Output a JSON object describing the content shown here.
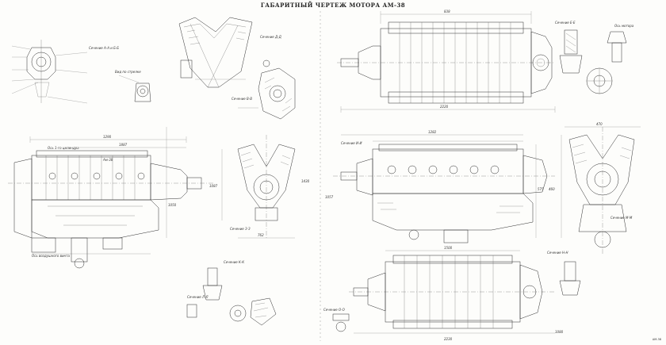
{
  "title": "ГАБАРИТНЫЙ ЧЕРТЕЖ МОТОРА АМ-38",
  "corner_label": "АМ-38",
  "labels": {
    "section_aa": "Сечение А-А и Б-Б",
    "view_b": "Вид по стрелке",
    "section_dd": "Сечение Д-Д",
    "section_vv": "Сечение В-В",
    "section_zz": "Сечение З-З",
    "section_ee": "Сечение Е-Е",
    "section_ii": "Сечение И-И",
    "section_kk": "Сечение К-К",
    "section_ll": "Сечение Л-Л",
    "section_mm": "Сечение М-М",
    "section_nn": "Сечение Н-Н",
    "section_oo": "Сечение О-О",
    "axis_propeller": "Ось воздушного винта",
    "axis_cylinders": "Ось 1-го цилиндра",
    "axis_engine": "Ось мотора",
    "engine_name": "Ам-38",
    "dim_1290": "1290",
    "dim_1887": "1887",
    "dim_2220": "2220",
    "dim_838": "838",
    "dim_1050": "1050",
    "dim_1087": "1087",
    "dim_762": "762",
    "dim_1057": "1057",
    "dim_1282": "1282",
    "dim_575": "575",
    "dim_470": "470",
    "dim_460": "460",
    "dim_1500": "1500",
    "dim_1080": "1080",
    "dim_2230": "2230",
    "dim_1430": "1430"
  }
}
